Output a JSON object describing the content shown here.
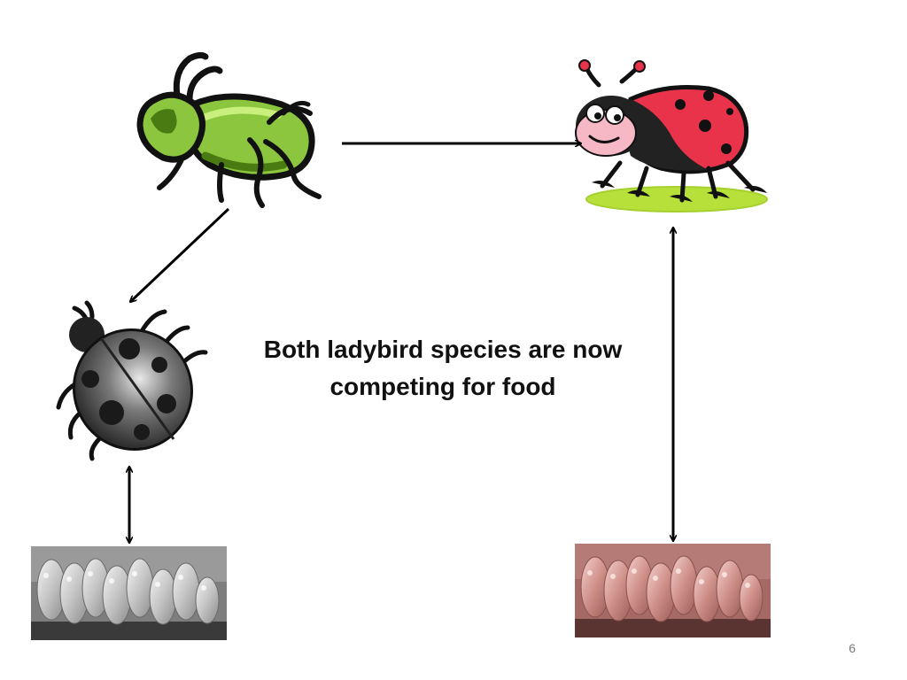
{
  "slide": {
    "caption_line1": "Both ladybird species are now",
    "caption_line2": "competing for food",
    "slide_number": "6"
  },
  "icons": {
    "aphid": "green-aphid-icon",
    "red_ladybird": "red-ladybird-icon",
    "grey_ladybird": "grey-ladybird-icon",
    "grey_eggs": "grey-eggs-photo",
    "red_eggs": "red-eggs-photo"
  },
  "colors": {
    "aphid_green": "#8cc63f",
    "aphid_dark": "#4a7a12",
    "ladybird_red": "#e8334a",
    "ladybird_face": "#f5b8c4",
    "grass_green": "#b8e03a",
    "grey_body": "#555555",
    "egg_grey": "#bdbdbd",
    "egg_red_tint": "#c98a86",
    "arrow": "#000000"
  }
}
